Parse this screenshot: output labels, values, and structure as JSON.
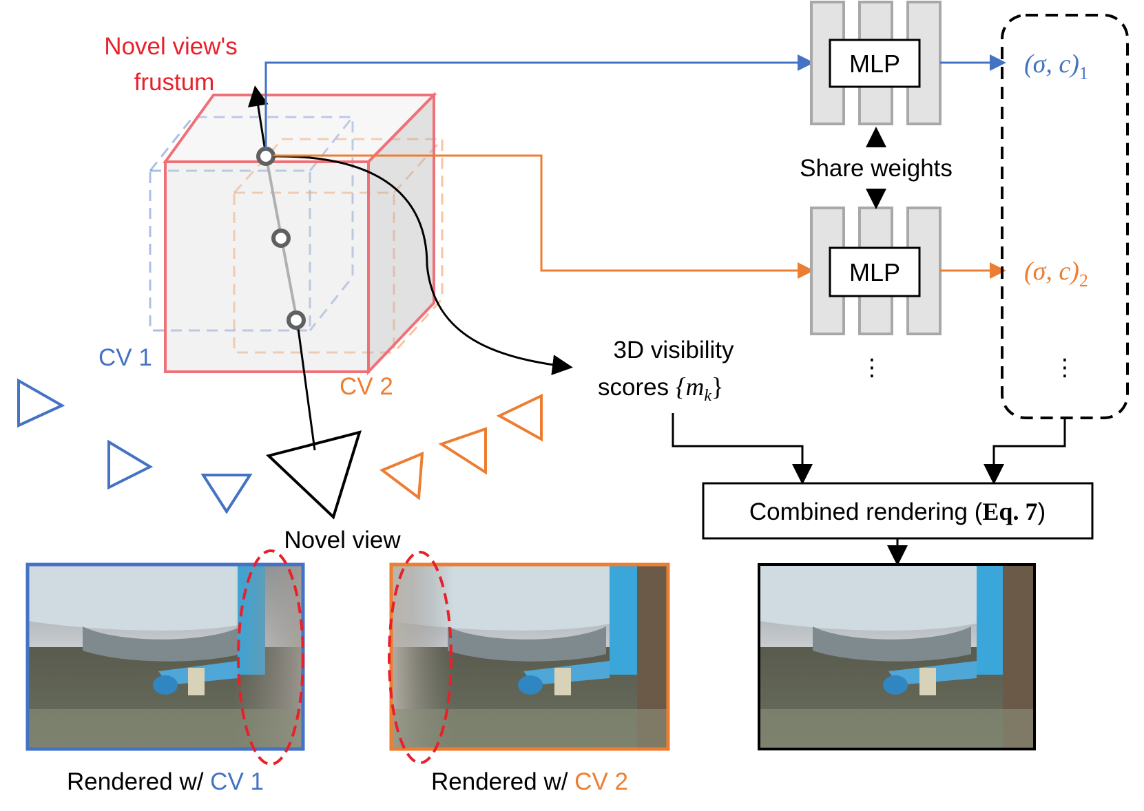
{
  "labels": {
    "novel_frustum_line1": "Novel view's",
    "novel_frustum_line2": "frustum",
    "cv1": "CV 1",
    "cv2": "CV 2",
    "novel_view": "Novel view",
    "visibility_line1": "3D visibility",
    "visibility_line2_prefix": "scores ",
    "visibility_math": "{m",
    "visibility_sub": "k",
    "visibility_close": "}",
    "share_weights": "Share weights",
    "mlp_top": "MLP",
    "mlp_bottom": "MLP",
    "out1_main": "(σ, c)",
    "out1_sub": "1",
    "out2_main": "(σ, c)",
    "out2_sub": "2",
    "ellipsis": "⋮",
    "combined_prefix": "Combined rendering (",
    "combined_eq": "Eq. 7",
    "combined_suffix": ")",
    "rendered_prefix": "Rendered w/ ",
    "rendered_cv1": "CV 1",
    "rendered_cv2": "CV 2"
  },
  "colors": {
    "red": "#e8202a",
    "blue": "#4472c4",
    "orange": "#ed7d31",
    "black": "#000000",
    "gray": "#b8b8b8"
  }
}
